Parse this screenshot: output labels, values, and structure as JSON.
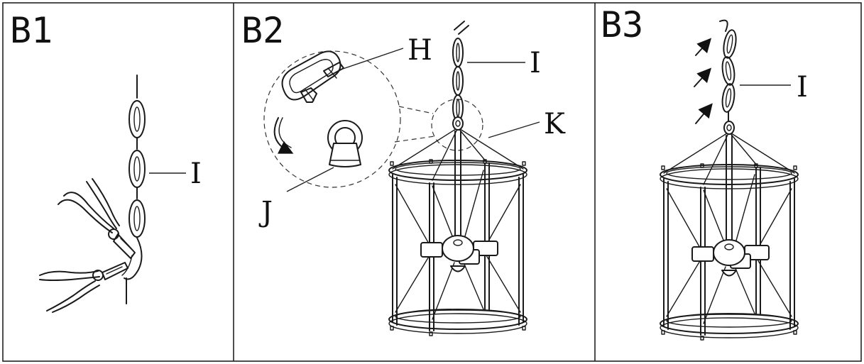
{
  "panels": [
    {
      "title": "B1",
      "labels": [
        "I"
      ]
    },
    {
      "title": "B2",
      "labels": [
        "H",
        "I",
        "K",
        "J"
      ]
    },
    {
      "title": "B3",
      "labels": [
        "I"
      ]
    }
  ],
  "colors": {
    "line": "#1a1a1a",
    "background": "#ffffff"
  }
}
